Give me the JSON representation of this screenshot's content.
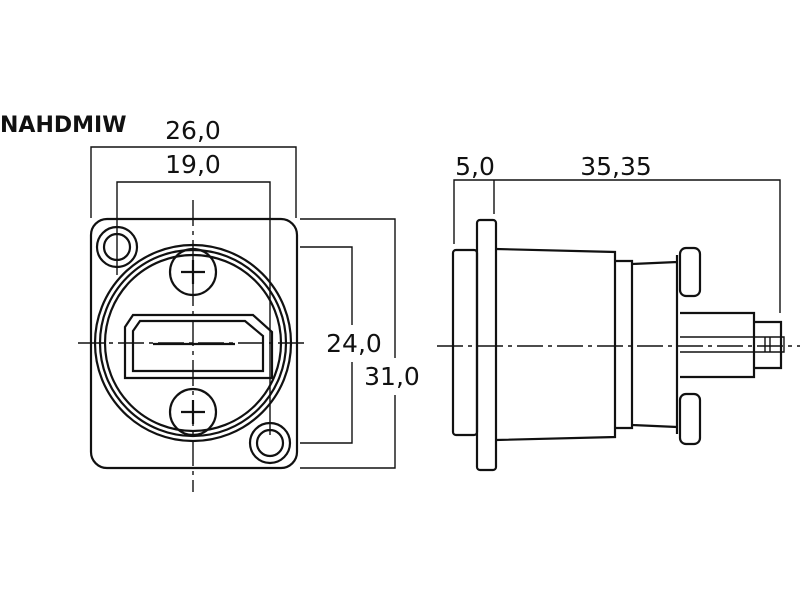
{
  "title": "NAHDMIW",
  "front_view": {
    "width_outer": "26,0",
    "width_holes": "19,0",
    "height_holes": "24,0",
    "height_outer": "31,0"
  },
  "side_view": {
    "flange": "5,0",
    "depth": "35,35"
  }
}
